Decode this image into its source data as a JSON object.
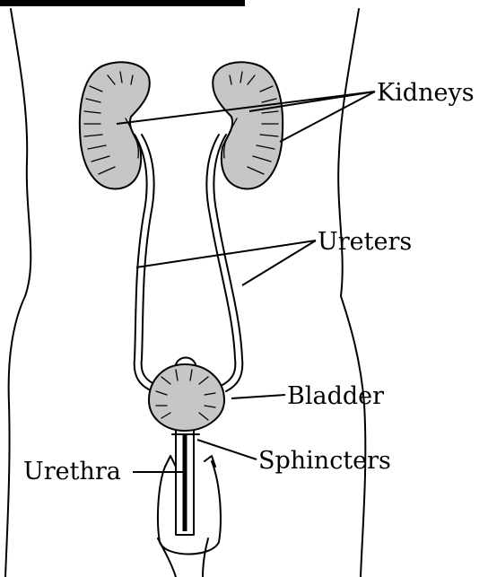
{
  "diagram": {
    "labels": {
      "kidneys": "Kidneys",
      "ureters": "Ureters",
      "bladder": "Bladder",
      "sphincters": "Sphincters",
      "urethra": "Urethra"
    },
    "colors": {
      "organ_fill": "#c6c6c6",
      "line": "#000000",
      "background": "#ffffff"
    }
  }
}
